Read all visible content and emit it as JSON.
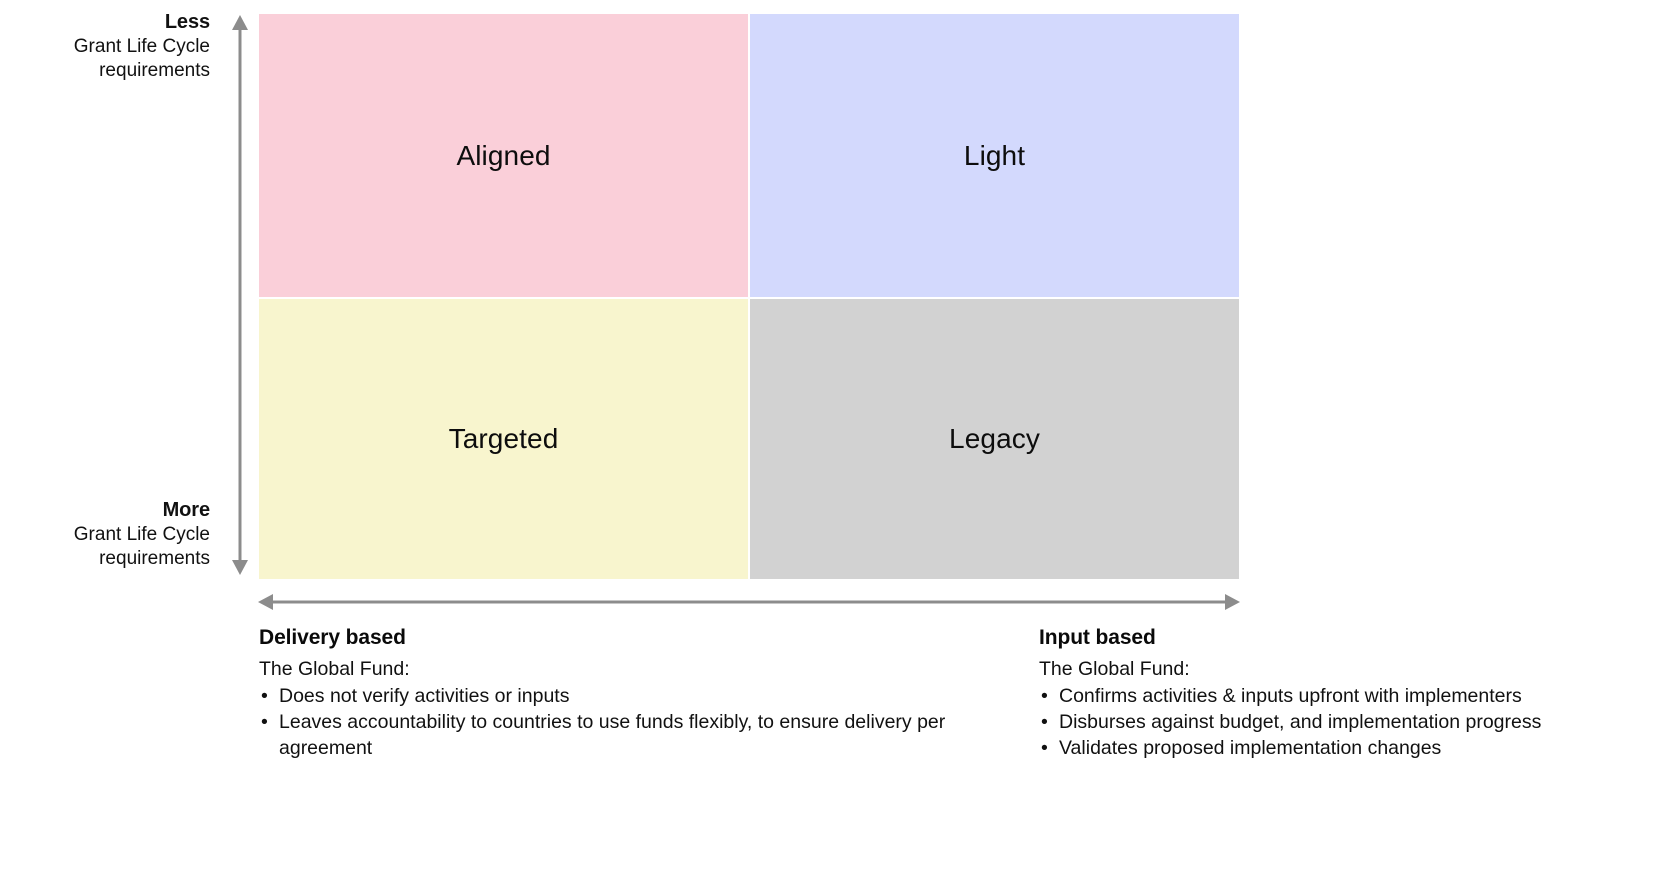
{
  "axes": {
    "vertical": {
      "top": {
        "strong": "Less",
        "line1": "Grant Life Cycle",
        "line2": "requirements"
      },
      "bottom": {
        "strong": "More",
        "line1": "Grant Life Cycle",
        "line2": "requirements"
      },
      "arrow_color": "#8c8c8c"
    },
    "horizontal": {
      "arrow_color": "#8c8c8c"
    }
  },
  "matrix": {
    "quadrants": [
      {
        "id": "aligned",
        "label": "Aligned",
        "color": "#facfd9",
        "position": "top-left"
      },
      {
        "id": "light",
        "label": "Light",
        "color": "#d3d9fd",
        "position": "top-right"
      },
      {
        "id": "targeted",
        "label": "Targeted",
        "color": "#f8f5ce",
        "position": "bottom-left"
      },
      {
        "id": "legacy",
        "label": "Legacy",
        "color": "#d2d2d2",
        "position": "bottom-right"
      }
    ]
  },
  "footnotes": {
    "left": {
      "heading": "Delivery based",
      "intro": "The Global Fund:",
      "bullets": [
        "Does not verify activities or inputs",
        "Leaves accountability to countries to use funds flexibly, to ensure delivery per agreement"
      ]
    },
    "right": {
      "heading": "Input based",
      "intro": "The Global Fund:",
      "bullets": [
        "Confirms activities & inputs upfront with implementers",
        "Disburses against budget, and implementation progress",
        "Validates proposed implementation changes"
      ]
    }
  }
}
